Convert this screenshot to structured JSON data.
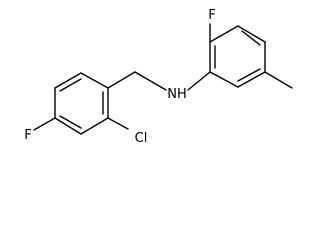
{
  "molecule": {
    "atoms": {
      "fluorine_top": "F",
      "nitrogen_hydrogen": "NH",
      "chlorine": "Cl",
      "fluorine_left": "F"
    },
    "colors": {
      "bonds": "#000000",
      "labels": "#000000",
      "background": "#ffffff"
    }
  }
}
